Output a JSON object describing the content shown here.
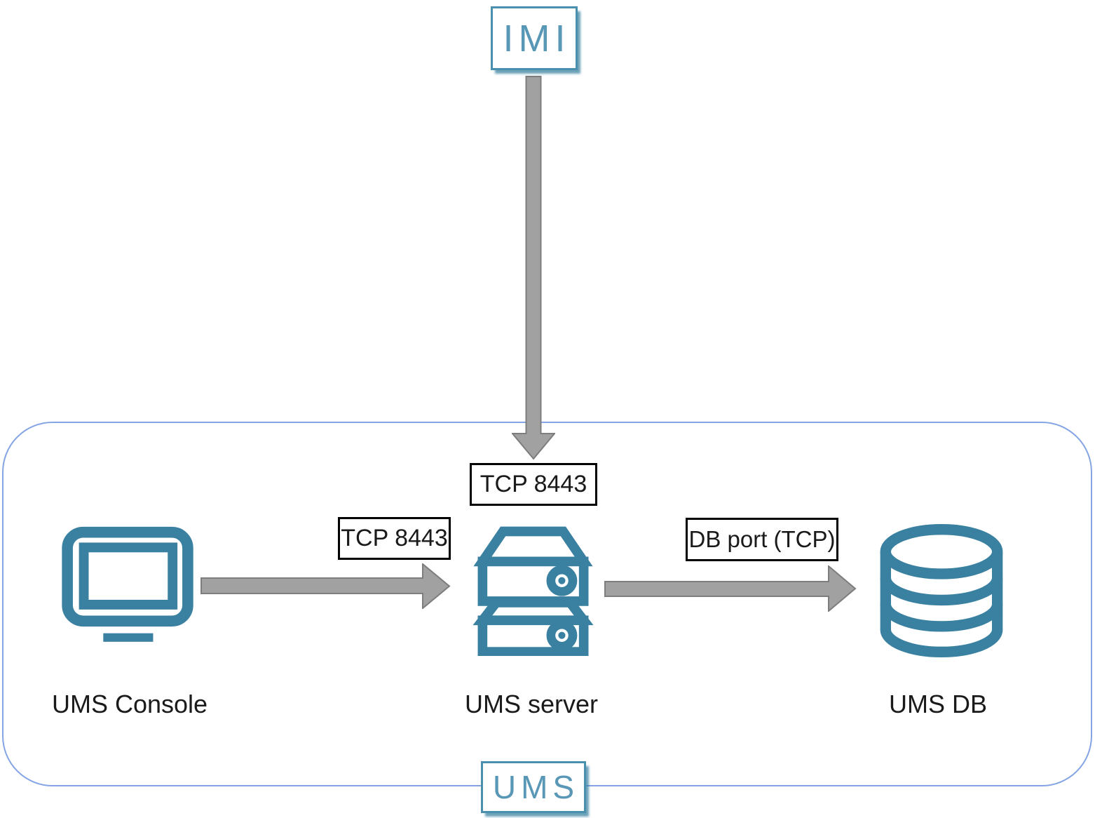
{
  "imi": {
    "label": "IMI"
  },
  "group": {
    "label": "UMS"
  },
  "nodes": {
    "console": {
      "label": "UMS Console",
      "icon": "monitor-icon"
    },
    "server": {
      "label": "UMS server",
      "icon": "server-icon"
    },
    "db": {
      "label": "UMS DB",
      "icon": "database-icon"
    }
  },
  "connections": {
    "imi_to_server": {
      "from": "IMI",
      "to": "UMS server",
      "label": "TCP 8443",
      "direction": "down"
    },
    "console_to_server": {
      "from": "UMS Console",
      "to": "UMS server",
      "label": "TCP 8443",
      "direction": "right"
    },
    "server_to_db": {
      "from": "UMS server",
      "to": "UMS DB",
      "label": "DB port (TCP)",
      "direction": "right"
    }
  },
  "colors": {
    "icon_teal": "#3a81a1",
    "logo_teal": "#5897b5",
    "logo_border_teal": "#4a8fae",
    "arrow_gray_fill": "#a1a1a1",
    "arrow_gray_border": "#7d7d7d",
    "group_border_blue": "#84a4e4",
    "port_label_border": "#000000",
    "background": "#ffffff"
  }
}
